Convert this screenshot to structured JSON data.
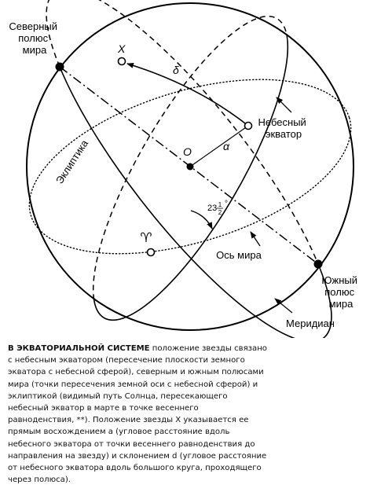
{
  "labels": {
    "north_pole": [
      "Северный",
      "полюс",
      "мира"
    ],
    "south_pole": [
      "Южный",
      "полюс",
      "мира"
    ],
    "celestial_equator": [
      "Небесный",
      "экватор"
    ],
    "ecliptic": "Эклиптика",
    "world_axis": "Ось мира",
    "meridian": "Меридиан",
    "star": "X",
    "center": "O",
    "aries": "♈",
    "delta": "δ",
    "alpha": "α",
    "tilt_whole": "23",
    "tilt_num": "1",
    "tilt_den": "2",
    "tilt_deg": "°"
  },
  "caption": {
    "heading": "В ЭКВАТОРИАЛЬНОЙ СИСТЕМЕ",
    "text": " положение звезды связано с небесным экватором (пересечение плоскости земного экватора с небесной сферой), северным и южным полюсами мира (точки пересечения земной оси с небесной сферой) и эклиптикой (видимый путь Солнца, пересекающего небесный экватор в марте в точке весеннего равноденствия, **). Положение звезды X указывается ее прямым восхождением a (угловое расстояние вдоль небесного экватора от точки весеннего равноденствия до направления на звезду) и склонением d (угловое расстояние от небесного экватора вдоль большого круга, проходящего через полюса)."
  }
}
